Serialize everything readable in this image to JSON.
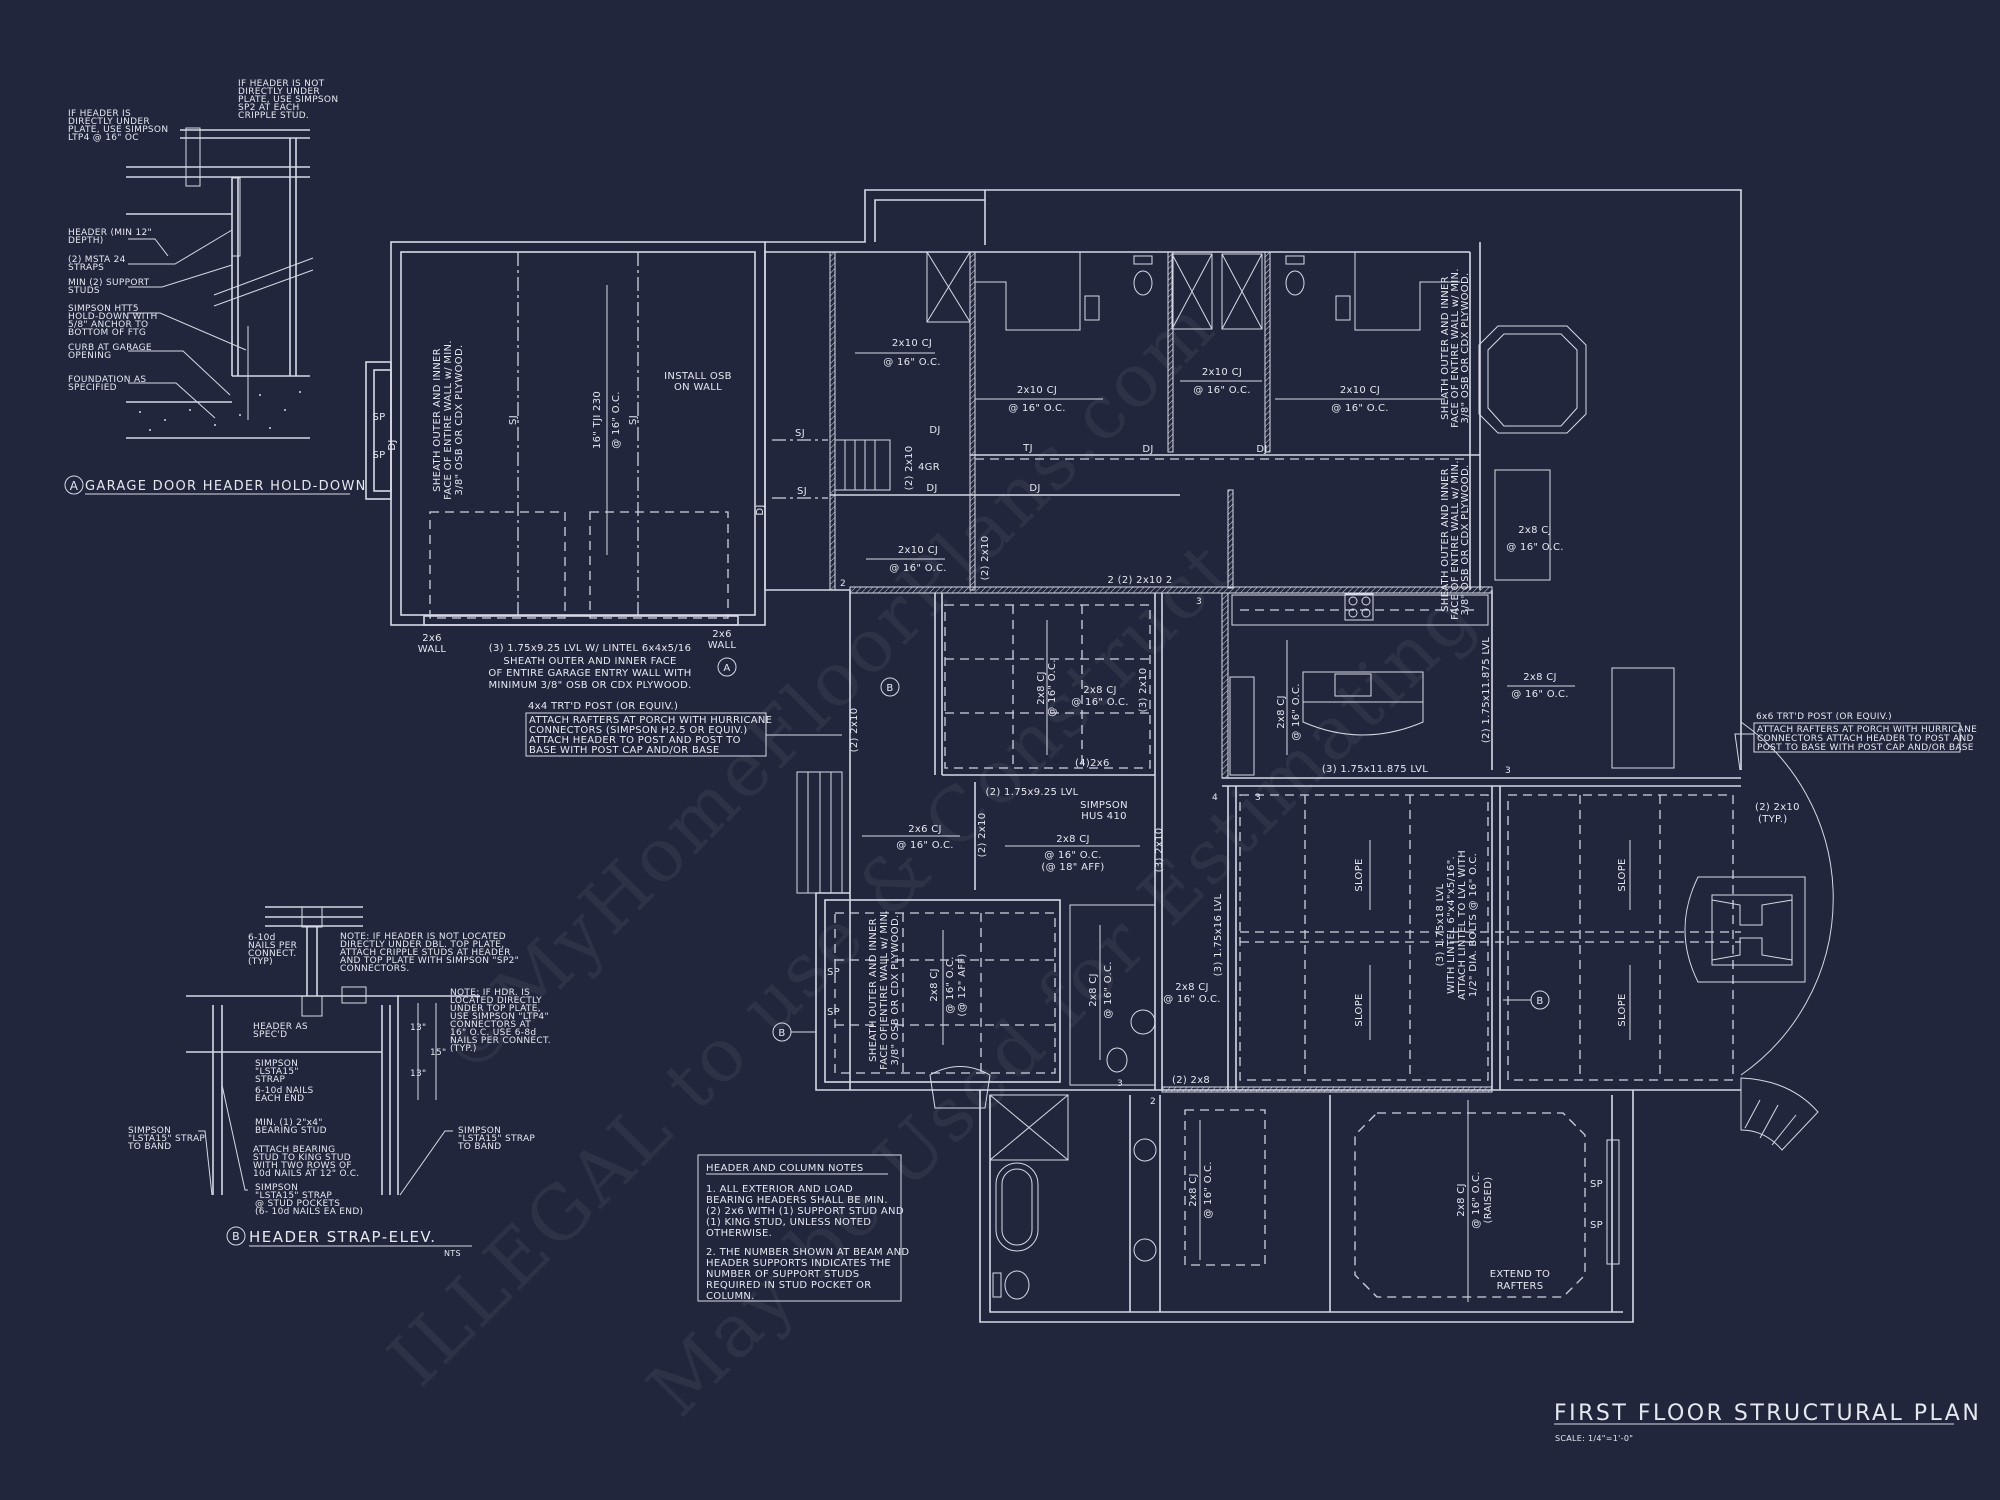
{
  "colors": {
    "background": "#21263c",
    "linework": "#d6d9e4"
  },
  "title": {
    "main": "FIRST FLOOR STRUCTURAL PLAN",
    "scale": "SCALE: 1/4\"=1'-0\""
  },
  "watermark": [
    "©MyHomeFloorPlans.com",
    "ILLEGAL to use & Construct",
    "May be Used for Estimating"
  ],
  "detail_a": {
    "marker": "A",
    "title": "GARAGE DOOR HEADER HOLD-DOWN",
    "callouts": [
      [
        "IF HEADER IS NOT",
        "DIRECTLY UNDER",
        "PLATE, USE SIMPSON",
        "SP2 AT EACH",
        "CRIPPLE STUD."
      ],
      [
        "IF HEADER IS",
        "DIRECTLY UNDER",
        "PLATE, USE SIMPSON",
        "LTP4 @ 16\" OC"
      ],
      [
        "HEADER (MIN 12\"",
        "DEPTH)"
      ],
      [
        "(2) MSTA 24",
        "STRAPS"
      ],
      [
        "MIN (2) SUPPORT",
        "STUDS"
      ],
      [
        "SIMPSON HTT5",
        "HOLD-DOWN WITH",
        "5/8\" ANCHOR TO",
        "BOTTOM OF FTG"
      ],
      [
        "CURB AT GARAGE",
        "OPENING"
      ],
      [
        "FOUNDATION AS",
        "SPECIFIED"
      ]
    ]
  },
  "detail_b": {
    "marker": "B",
    "title": "HEADER STRAP-ELEV.",
    "nts": "NTS",
    "callouts": [
      [
        "6-10d",
        "NAILS PER",
        "CONNECT.",
        "(TYP)"
      ],
      [
        "NOTE: IF HEADER IS NOT LOCATED",
        "DIRECTLY UNDER DBL. TOP PLATE,",
        "ATTACH CRIPPLE STUDS AT HEADER",
        "AND TOP PLATE WITH SIMPSON \"SP2\"",
        "CONNECTORS."
      ],
      [
        "NOTE: IF HDR. IS",
        "LOCATED DIRECTLY",
        "UNDER TOP PLATE,",
        "USE SIMPSON \"LTP4\"",
        "CONNECTORS AT",
        "16\" O.C.  USE 6-8d",
        "NAILS PER CONNECT.",
        "(TYP.)"
      ],
      [
        "HEADER AS",
        "SPEC'D"
      ],
      [
        "SIMPSON",
        "\"LSTA15\"",
        "STRAP"
      ],
      [
        "6-10d NAILS",
        "EACH END"
      ],
      [
        "MIN. (1) 2\"x4\"",
        "BEARING STUD"
      ],
      [
        "ATTACH BEARING",
        "STUD TO KING STUD",
        "WITH TWO ROWS OF",
        "10d NAILS AT 12\" O.C."
      ],
      [
        "SIMPSON",
        "\"LSTA15\" STRAP",
        "@ STUD POCKETS",
        "(6- 10d NAILS EA END)"
      ],
      [
        "SIMPSON",
        "\"LSTA15\" STRAP",
        "TO BAND"
      ],
      [
        "SIMPSON",
        "\"LSTA15\" STRAP",
        "TO BAND"
      ]
    ],
    "dims": [
      "13\"",
      "13\"",
      "15\""
    ]
  },
  "notes": {
    "title": "HEADER AND COLUMN NOTES",
    "lines": [
      "1. ALL EXTERIOR AND LOAD",
      "BEARING HEADERS SHALL BE MIN.",
      "(2) 2x6 WITH (1) SUPPORT STUD AND",
      "(1) KING STUD, UNLESS NOTED",
      "OTHERWISE.",
      "2. THE NUMBER SHOWN AT BEAM AND",
      "HEADER SUPPORTS INDICATES THE",
      "NUMBER OF SUPPORT STUDS",
      "REQUIRED IN STUD POCKET OR",
      "COLUMN."
    ]
  },
  "porch_note_left": {
    "head": "4x4 TRT'D POST (OR EQUIV.)",
    "lines": [
      "ATTACH RAFTERS AT PORCH WITH HURRICANE",
      "CONNECTORS (SIMPSON H2.5 OR EQUIV.)",
      "ATTACH HEADER TO POST AND POST TO",
      "BASE WITH POST CAP AND/OR BASE"
    ]
  },
  "porch_note_right": {
    "head": "6x6 TRT'D POST (OR EQUIV.)",
    "lines": [
      "ATTACH RAFTERS AT PORCH WITH HURRICANE",
      "CONNECTORS ATTACH HEADER TO POST AND",
      "POST TO BASE WITH POST CAP AND/OR BASE"
    ]
  },
  "garage": {
    "sheath": [
      "SHEATH OUTER AND INNER",
      "FACE OF ENTIRE WALL w/ MIN.",
      "3/8\" OSB OR CDX PLYWOOD."
    ],
    "sj": "SJ",
    "dj": "DJ",
    "tji": [
      "16\" TJI 230",
      "@ 16\" O.C."
    ],
    "osb": [
      "INSTALL OSB",
      "ON WALL"
    ],
    "wall": [
      "2x6",
      "WALL"
    ],
    "lvl": "(3) 1.75x9.25 LVL W/ LINTEL 6x4x5/16",
    "entry": [
      "SHEATH OUTER AND INNER FACE",
      "OF ENTIRE GARAGE ENTRY WALL WITH",
      "MINIMUM 3/8\" OSB OR CDX PLYWOOD."
    ],
    "sp": "SP"
  },
  "plan": {
    "cj10": [
      "2x10 CJ",
      "@ 16\" O.C."
    ],
    "cj8": [
      "2x8 CJ",
      "@ 16\" O.C."
    ],
    "cj6": [
      "2x6 CJ",
      "@ 16\" O.C."
    ],
    "aff18": "(@ 18\" AFF)",
    "aff12": "(@ 12\" AFF)",
    "raised": "(RAISED)",
    "tj": "TJ",
    "dj": "DJ",
    "gr": "4GR",
    "h2x10": "(2) 2x10",
    "h3x10": "(3) 2x10",
    "h2x10b": "2 (2) 2x10 2",
    "h2x8": "(2) 2x8",
    "lvl_kitchen_side": "(2) 1.75x11.875 LVL",
    "lvl_kitchen": "(3) 1.75x11.875 LVL",
    "lvl_dining": "(2) 1.75x9.25 LVL",
    "post": "(4)2x6",
    "hanger": [
      "SIMPSON",
      "HUS 410"
    ],
    "lvl16": "(3) 1.75x16 LVL",
    "lvl18": [
      "(3) 1.75x18 LVL",
      "WITH LINTEL 6\"x4\"x5/16\".",
      "ATTACH LINTEL TO LVL WITH",
      "1/2\" DIA. BOLTS @ 16\" O.C."
    ],
    "slope": "SLOPE",
    "typ": [
      "(2) 2x10",
      "(TYP.)"
    ],
    "extend": [
      "EXTEND TO",
      "RAFTERS"
    ],
    "sheath": [
      "SHEATH OUTER AND INNER",
      "FACE OF ENTIRE WALL w/ MIN.",
      "3/8\" OSB OR CDX PLYWOOD."
    ],
    "studs": [
      "2",
      "3",
      "4"
    ],
    "section_marker": "B"
  }
}
